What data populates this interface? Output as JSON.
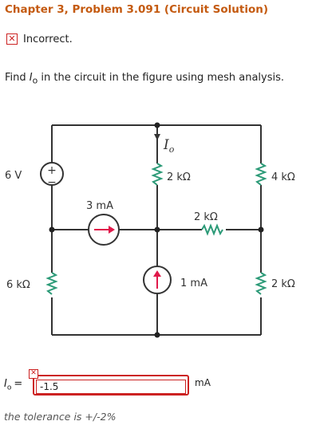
{
  "header": {
    "title": "Chapter 3, Problem 3.091 (Circuit Solution)"
  },
  "status": {
    "icon": "x-icon",
    "text": "Incorrect.",
    "color": "#cc2222"
  },
  "question": {
    "text_before": "Find ",
    "variable": "I",
    "variable_sub": "o",
    "text_after": " in the circuit in the figure using mesh analysis."
  },
  "circuit": {
    "labels": {
      "source_voltage": "6 V",
      "current_label": "I",
      "current_sub": "o",
      "r_top_middle": "2 kΩ",
      "r_top_right": "4 kΩ",
      "cs_3ma": "3 mA",
      "r_middle": "2 kΩ",
      "r_left": "6 kΩ",
      "cs_1ma": "1 mA",
      "r_bottom_right": "2 kΩ",
      "plus": "+",
      "minus": "−"
    }
  },
  "answer": {
    "label": "I",
    "label_sub": "o",
    "equals": "=",
    "value": "-1.5",
    "unit": "mA",
    "error_icon": "x-icon"
  },
  "footer": {
    "tolerance": "the tolerance is +/-2%"
  },
  "colors": {
    "title": "#c45a10",
    "error": "#cc2222",
    "arrow": "#e0194a"
  }
}
